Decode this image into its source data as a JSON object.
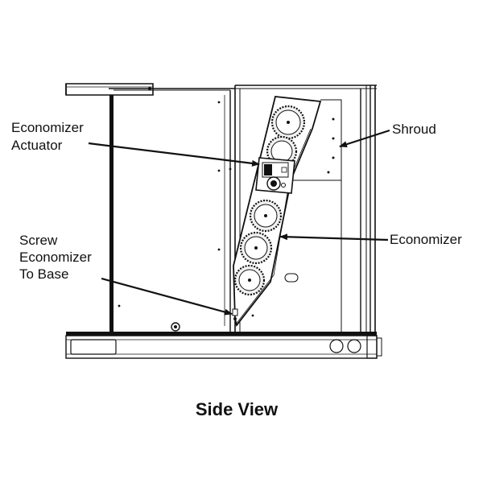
{
  "labels": {
    "economizer_actuator": [
      "Economizer",
      "Actuator"
    ],
    "shroud": "Shroud",
    "economizer": "Economizer",
    "screw_economizer_to_base": [
      "Screw",
      "Economizer",
      "To Base"
    ]
  },
  "caption": "Side View",
  "colors": {
    "line": "#111111",
    "background": "#ffffff",
    "panel_fill": "#ffffff",
    "gear_fill": "#f2f2f2"
  }
}
